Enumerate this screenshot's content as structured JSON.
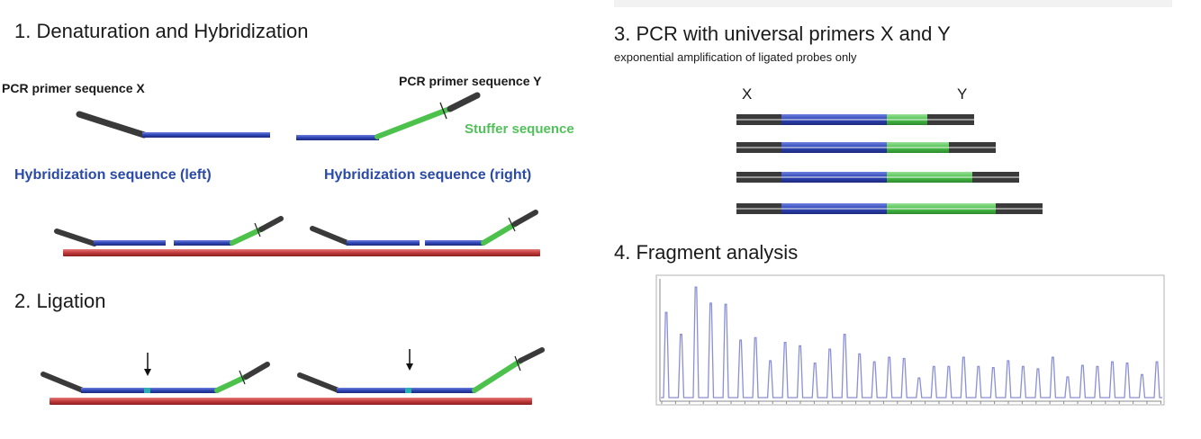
{
  "panel1": {
    "title": "1. Denaturation and Hybridization",
    "primer_x_label": "PCR primer sequence X",
    "primer_y_label": "PCR primer sequence Y",
    "stuffer_label": "Stuffer sequence",
    "hyb_left_label": "Hybridization sequence (left)",
    "hyb_right_label": "Hybridization sequence (right)"
  },
  "panel2": {
    "title": "2. Ligation"
  },
  "panel3": {
    "title": "3. PCR with universal primers X and Y",
    "subtitle": "exponential amplification of ligated probes only",
    "label_x": "X",
    "label_y": "Y"
  },
  "panel4": {
    "title": "4. Fragment analysis"
  },
  "colors": {
    "primer": "#3a3a3a",
    "hybridization": "#2f45b5",
    "stuffer": "#4cc24c",
    "target_dna": "#c23a3a",
    "trace": "#8a8fd6"
  },
  "chart_data": {
    "type": "line",
    "title": "",
    "xlabel": "",
    "ylabel": "",
    "peak_heights": [
      0.74,
      0.55,
      0.96,
      0.82,
      0.81,
      0.5,
      0.52,
      0.32,
      0.48,
      0.45,
      0.3,
      0.42,
      0.55,
      0.38,
      0.31,
      0.35,
      0.34,
      0.17,
      0.27,
      0.27,
      0.35,
      0.27,
      0.26,
      0.32,
      0.27,
      0.25,
      0.35,
      0.18,
      0.28,
      0.27,
      0.31,
      0.3,
      0.2,
      0.31
    ]
  }
}
